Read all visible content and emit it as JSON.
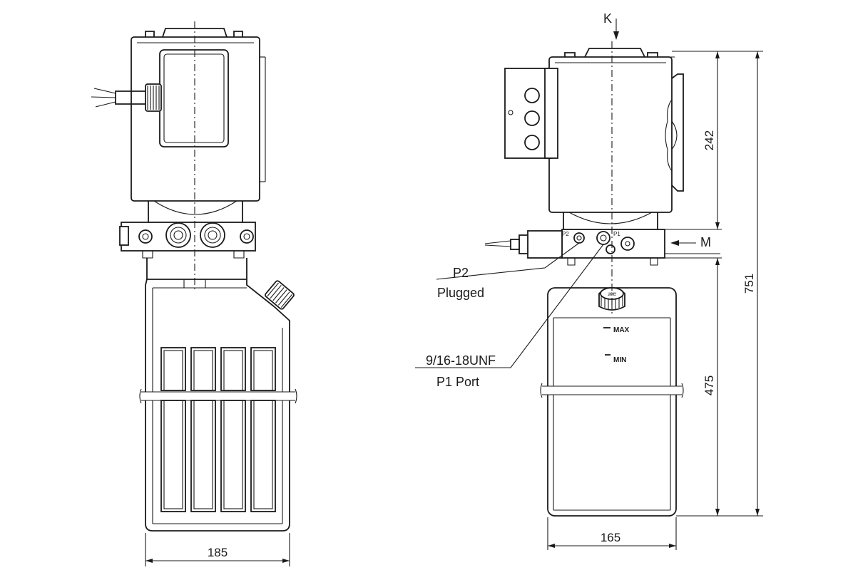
{
  "front_view": {
    "width_dim": "185"
  },
  "side_view": {
    "view_arrow_k": "K",
    "view_arrow_m": "M",
    "width_dim": "165",
    "dim_motor": "242",
    "dim_total": "751",
    "dim_tank": "475",
    "port_p2_tag": "P2",
    "port_p1_tag": "P1",
    "callout_p2_line1": "P2",
    "callout_p2_line2": "Plugged",
    "callout_p1_line1": "9/16-18UNF",
    "callout_p1_line2": "P1 Port",
    "tank_max": "MAX",
    "tank_min": "MIN",
    "cap_text": "ɹeɐ"
  }
}
